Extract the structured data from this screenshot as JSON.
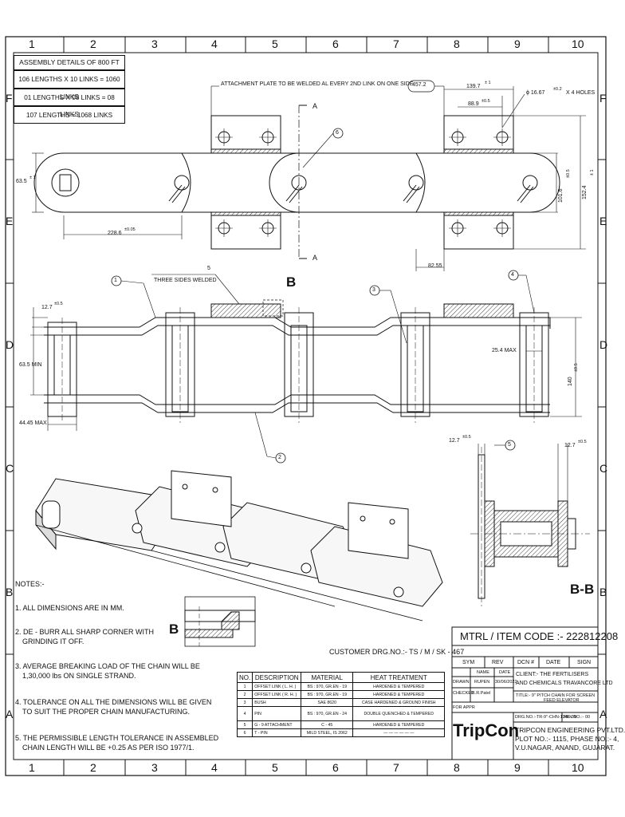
{
  "border": {
    "top_cols": [
      "1",
      "2",
      "3",
      "4",
      "5",
      "6",
      "7",
      "8",
      "9",
      "10"
    ],
    "bottom_cols": [
      "1",
      "2",
      "3",
      "4",
      "5",
      "6",
      "7",
      "8",
      "9",
      "10"
    ],
    "left_rows": [
      "F",
      "E",
      "D",
      "C",
      "B",
      "A"
    ],
    "right_rows": [
      "F",
      "E",
      "D",
      "C",
      "B",
      "A"
    ]
  },
  "assembly": {
    "title": "ASSEMBLY DETAILS OF 800 FT",
    "line1": "106 LENGTHS X 10 LINKS = 1060 LINKS",
    "line2": "01 LENGTHS X 08 LINKS = 08 LINKS",
    "line3": "107 LENGTHS  = 1068 LINKS"
  },
  "dims": {
    "attachment_note": "ATTACHMENT PLATE TO BE WELDED AL EVERY 2ND LINK ON ONE SIDE",
    "d457": "457.2",
    "d139": "139.7",
    "d139_tol": "± 1",
    "d88": "88.9",
    "d88_tol": "±0.5",
    "hole": "ϕ  16.67",
    "hole_tol": "±0.2",
    "hole_count": "X 4 HOLES",
    "d63_top": "63.5",
    "d63_top_tol": "± 1",
    "d228": "228.6",
    "d228_tol": "±0.05",
    "d101": "101.6",
    "d101_tol": "±0.5",
    "d152": "152.4",
    "d152_tol": "± 1",
    "d82": "82.55",
    "section_a": "A",
    "d12_left": "12.7",
    "d12_left_tol": "±0.5",
    "d63_min": "63.5 MIN",
    "d44": "44.45 MAX",
    "d25": "25.4 MAX",
    "d140": "140",
    "d140_tol": "±0.5",
    "three_sides": "THREE SIDES WELDED",
    "d12_mid": "12.7",
    "d12_mid_tol": "±0.5",
    "d12_right": "12.7",
    "d12_right_tol": "±0.5"
  },
  "balloons": [
    "1",
    "2",
    "3",
    "4",
    "5",
    "6"
  ],
  "labels": {
    "section_b": "B",
    "detail_b": "B",
    "bb": "B-B"
  },
  "notes": {
    "heading": "NOTES:-",
    "n1": "1. ALL DIMENSIONS ARE IN MM.",
    "n2a": "2. DE - BURR ALL SHARP CORNER WITH",
    "n2b": "GRINDING IT OFF.",
    "n3a": "3. AVERAGE BREAKING LOAD OF THE CHAIN WILL BE",
    "n3b": "1,30,000 lbs ON SINGLE STRAND.",
    "n4a": "4. TOLERANCE ON ALL THE DIMENSIONS WILL BE GIVEN",
    "n4b": "TO SUIT THE PROPER CHAIN MANUFACTURING.",
    "n5a": "5. THE PERMISSIBLE LENGTH TOLERANCE IN ASSEMBLED",
    "n5b": "CHAIN LENGTH WILL BE +0.25 AS PER ISO 1977/1."
  },
  "customer_drg": "CUSTOMER DRG.NO.:- TS / M / SK - 467",
  "parts": {
    "headers": [
      "NO.",
      "DESCRIPTION",
      "MATERIAL",
      "HEAT TREATMENT"
    ],
    "rows": [
      [
        "1",
        "OFFSET LINK ( L. H. )",
        "BS : 970, GR.EN - 19",
        "HARDENED & TEMPERED"
      ],
      [
        "2",
        "OFFSET LINK ( R. H. )",
        "BS : 970, GR.EN - 19",
        "HARDENED & TEMPERED"
      ],
      [
        "3",
        "BUSH",
        "SAE 8620",
        "CASE HARDENED & GROUND FINISH"
      ],
      [
        "4",
        "PIN",
        "BS : 970, GR.EN - 24",
        "DOUBLE QUENCHED & TEMPERED"
      ],
      [
        "5",
        "G - 9  ATTACHMENT",
        "C - 45",
        "HARDENED & TEMPERED"
      ],
      [
        "6",
        "T - PIN",
        "MILD STEEL, IS 2062",
        "— — — — — —"
      ]
    ]
  },
  "title_block": {
    "item_code": "MTRL / ITEM CODE :- 222812208",
    "sym": "SYM",
    "rev": "REV",
    "dcn": "DCN #",
    "date": "DATE",
    "sign": "SIGN",
    "name_h": "NAME",
    "date_h": "DATE",
    "drawn": "DRAWN",
    "drawn_name": "RUPEN",
    "drawn_date": "30/06/2022",
    "checked": "CHECKED",
    "checked_name": "K.R.Patel",
    "for_appr": "FOR APPR",
    "client1": "CLIENT:- THE FERTILISERS",
    "client2": "AND CHEMICALS TRAVANCORE LTD",
    "title1": "TITLE:- 9\" PITCH CHAIN FOR SCREEN",
    "title2": "FEED ELEVATOR",
    "drg_no": "DRG.NO.:-TR-9\"-CHN-1346-00",
    "rev_no": "REV.NO.:- 00",
    "company1": "TRIPCON ENGINEERING PVT.LTD.",
    "company2": "PLOT NO.:- 1115, PHASE NO.:- 4,",
    "company3": "V.U.NAGAR, ANAND, GUJARAT.",
    "logo": "TripCon"
  }
}
